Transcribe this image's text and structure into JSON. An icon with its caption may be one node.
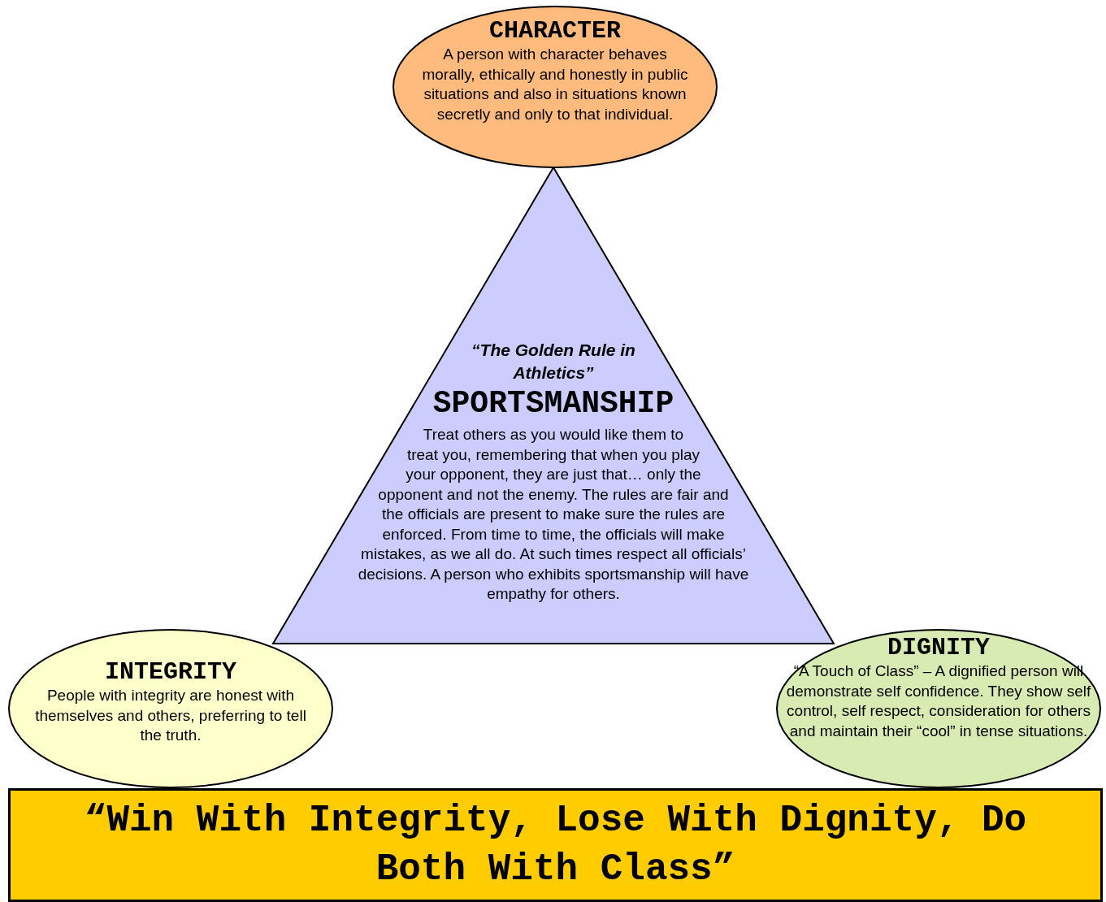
{
  "diagram": {
    "nodes": [
      {
        "text": [
          "CHARACTER",
          "A person with character behaves morally, ethically and honestly in public situations and also in situations known secretly and only to that individual."
        ]
      },
      {
        "text": [
          "“The Golden Rule in Athletics”",
          "SPORTSMANSHIP",
          "Treat others as you would like them to treat you, remembering that when you play your opponent, they are just that… only the opponent and not the enemy.  The rules are fair and the officials are present to make sure the rules are enforced. From time to time, the officials will make mistakes, as we all do.  At such times respect all officials’ decisions.  A person who exhibits sportsmanship will have empathy for others."
        ]
      },
      {
        "text": [
          "INTEGRITY",
          "People with integrity are honest with themselves and others, preferring to tell the truth."
        ]
      },
      {
        "text": [
          "DIGNITY",
          "“A Touch of Class” – A dignified person will demonstrate self confidence.  They show self control, self respect, consideration for others and maintain their “cool” in tense situations."
        ]
      },
      {
        "text": [
          "“Win With Integrity, Lose With Dignity, Do Both With Class”"
        ]
      }
    ],
    "edges": []
  }
}
